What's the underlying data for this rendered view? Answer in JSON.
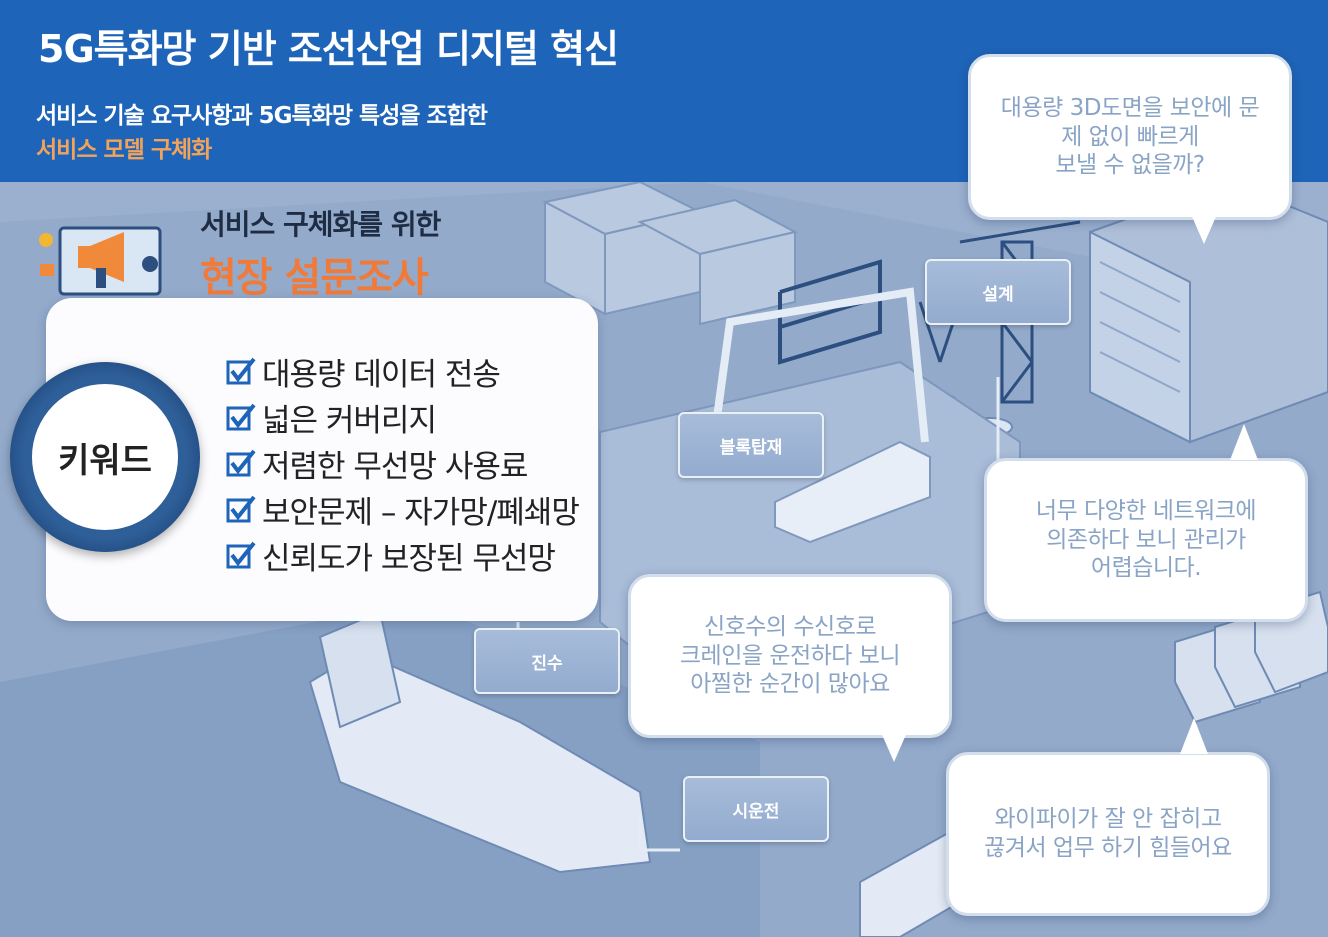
{
  "header": {
    "title": "5G특화망 기반 조선산업 디지털 혁신",
    "subtitle_line1": "서비스 기술 요구사항과 5G특화망 특성을 조합한",
    "subtitle_line2": "서비스 모델 구체화",
    "background_color": "#1e64b8",
    "accent_color": "#f2a35b"
  },
  "survey": {
    "title_line1": "서비스 구체화를 위한",
    "title_line2": "현장 설문조사",
    "icon": "megaphone-survey-icon"
  },
  "keywords": {
    "label": "키워드",
    "items": [
      "대용량 데이터 전송",
      "넓은 커버리지",
      "저렴한 무선망 사용료",
      "보안문제 – 자가망/폐쇄망",
      "신뢰도가 보장된 무선망"
    ],
    "check_icon": "checkbox-checked-icon"
  },
  "stages": {
    "design": "설계",
    "block_loading": "블록탑재",
    "launch": "진수",
    "sea_trial": "시운전"
  },
  "bubbles": {
    "design": "대용량 3D도면을 보안에 문\n제 없이 빠르게\n보낼 수 없을까?",
    "network": "너무 다양한 네트워크에\n의존하다 보니 관리가\n어렵습니다.",
    "crane": "신호수의 수신호로\n크레인을 운전하다 보니\n아찔한 순간이 많아요",
    "wifi": "와이파이가 잘 안 잡히고\n끊겨서 업무 하기 힘들어요"
  }
}
